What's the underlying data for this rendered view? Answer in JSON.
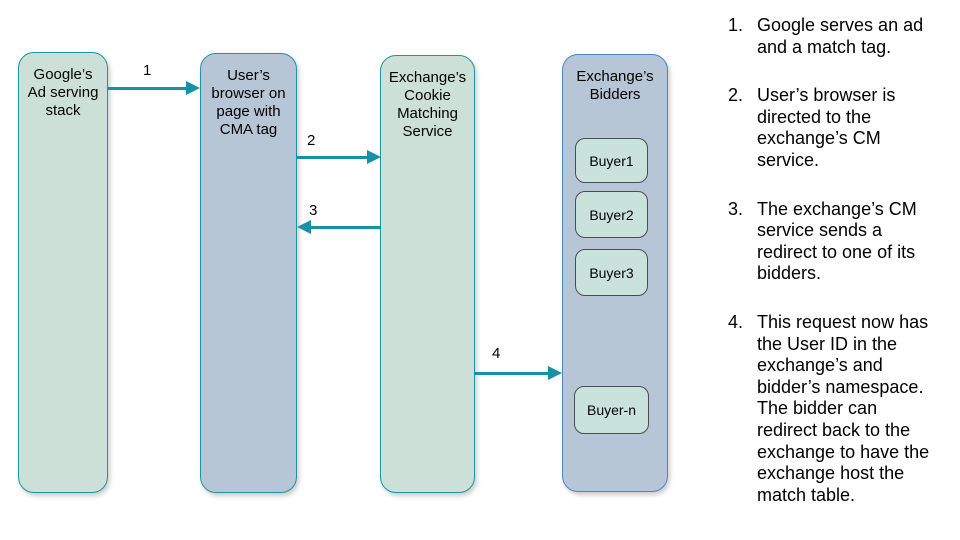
{
  "diagram": {
    "boxes": [
      {
        "label": "Google’s\nAd serving\nstack"
      },
      {
        "label": "User’s\nbrowser on\npage with\nCMA tag"
      },
      {
        "label": "Exchange’s\nCookie\nMatching\nService"
      },
      {
        "label": "Exchange’s\nBidders"
      }
    ],
    "buyers": [
      "Buyer1",
      "Buyer2",
      "Buyer3",
      "Buyer-n"
    ],
    "arrows": [
      {
        "label": "1"
      },
      {
        "label": "2"
      },
      {
        "label": "3"
      },
      {
        "label": "4"
      }
    ]
  },
  "steps": [
    {
      "num": "1.",
      "text": "Google serves an ad\nand a match tag."
    },
    {
      "num": "2.",
      "text": "User’s browser is\ndirected to the\nexchange’s CM\nservice."
    },
    {
      "num": "3.",
      "text": "The exchange’s CM\nservice sends a\nredirect to one of its\nbidders."
    },
    {
      "num": "4.",
      "text": "This request now has\nthe User ID in the\nexchange’s and\nbidder’s namespace.\nThe bidder can\nredirect back to the\nexchange to have the\nexchange host the\nmatch table."
    }
  ],
  "colors": {
    "greenFill": "#cde0d7",
    "blueFill": "#b7c6d6",
    "tealBorder": "#1d94a8",
    "blueBorder": "#4e86c6",
    "buyerFill": "#c9e3dc",
    "buyerBorder": "#4d4d4d",
    "arrowColor": "#1791a5"
  }
}
